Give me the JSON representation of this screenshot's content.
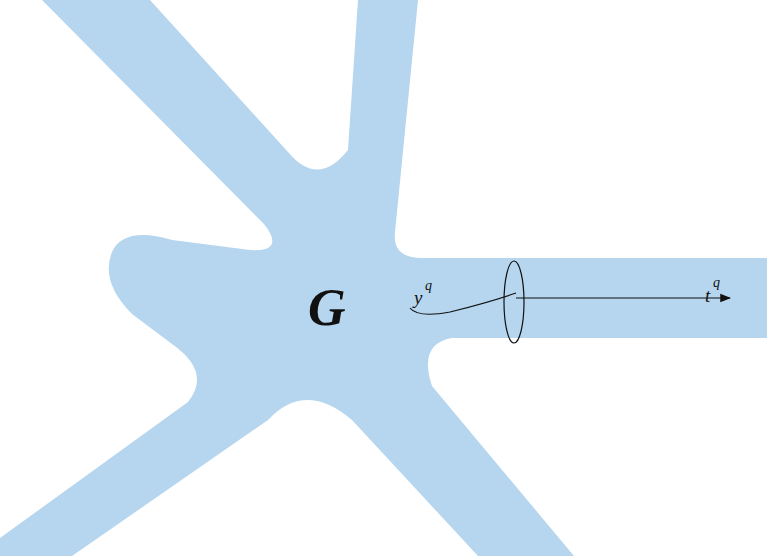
{
  "diagram": {
    "labels": [
      "G",
      "y",
      "q",
      "t",
      "q"
    ]
  }
}
